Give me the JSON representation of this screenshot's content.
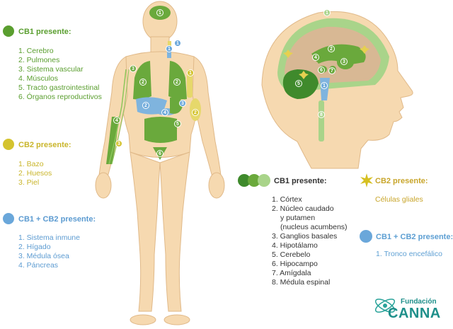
{
  "body_legend": {
    "cb1": {
      "title": "CB1 presente:",
      "color": "#5a9e2f",
      "items": [
        "1. Cerebro",
        "2. Pulmones",
        "3. Sistema vascular",
        "4. Músculos",
        "5. Tracto gastrointestinal",
        "6. Órganos reproductivos"
      ]
    },
    "cb2": {
      "title": "CB2 presente:",
      "color": "#d4c32e",
      "items": [
        "1. Bazo",
        "2. Huesos",
        "3. Piel"
      ]
    },
    "cb1cb2": {
      "title": "CB1 + CB2 presente:",
      "color": "#6aa7da",
      "items": [
        "1. Sistema inmune",
        "2. Hígado",
        "3. Médula ósea",
        "4. Páncreas"
      ]
    }
  },
  "brain_legend": {
    "cb1": {
      "title": "CB1 presente:",
      "items": [
        "1. Córtex",
        "2. Núcleo caudado",
        "y putamen",
        "(nucleus acumbens)",
        "3. Ganglios basales",
        "4. Hipotálamo",
        "5. Cerebelo",
        "6. Hipocampo",
        "7. Amígdala",
        "8. Médula espinal"
      ]
    },
    "cb2": {
      "title": "CB2 presente:",
      "color": "#d6c021",
      "items": [
        "Células gliales"
      ]
    },
    "cb1cb2": {
      "title": "CB1 + CB2 presente:",
      "color": "#6aa7da",
      "items": [
        "1. Tronco encefálico"
      ]
    }
  },
  "body_markers": {
    "brain": "1",
    "lung_left": "2",
    "lung_right": "2",
    "vascular": "3",
    "muscle": "4",
    "gi": "5",
    "repro": "6",
    "spleen": "1",
    "bone": "2",
    "skin": "3",
    "immune": "1",
    "liver": "2",
    "marrow": "3",
    "pancreas": "4"
  },
  "brain_markers": [
    "1",
    "2",
    "3",
    "4",
    "5",
    "6",
    "7",
    "8",
    "1"
  ],
  "logo": {
    "line1": "Fundación",
    "line2": "CANNA"
  }
}
